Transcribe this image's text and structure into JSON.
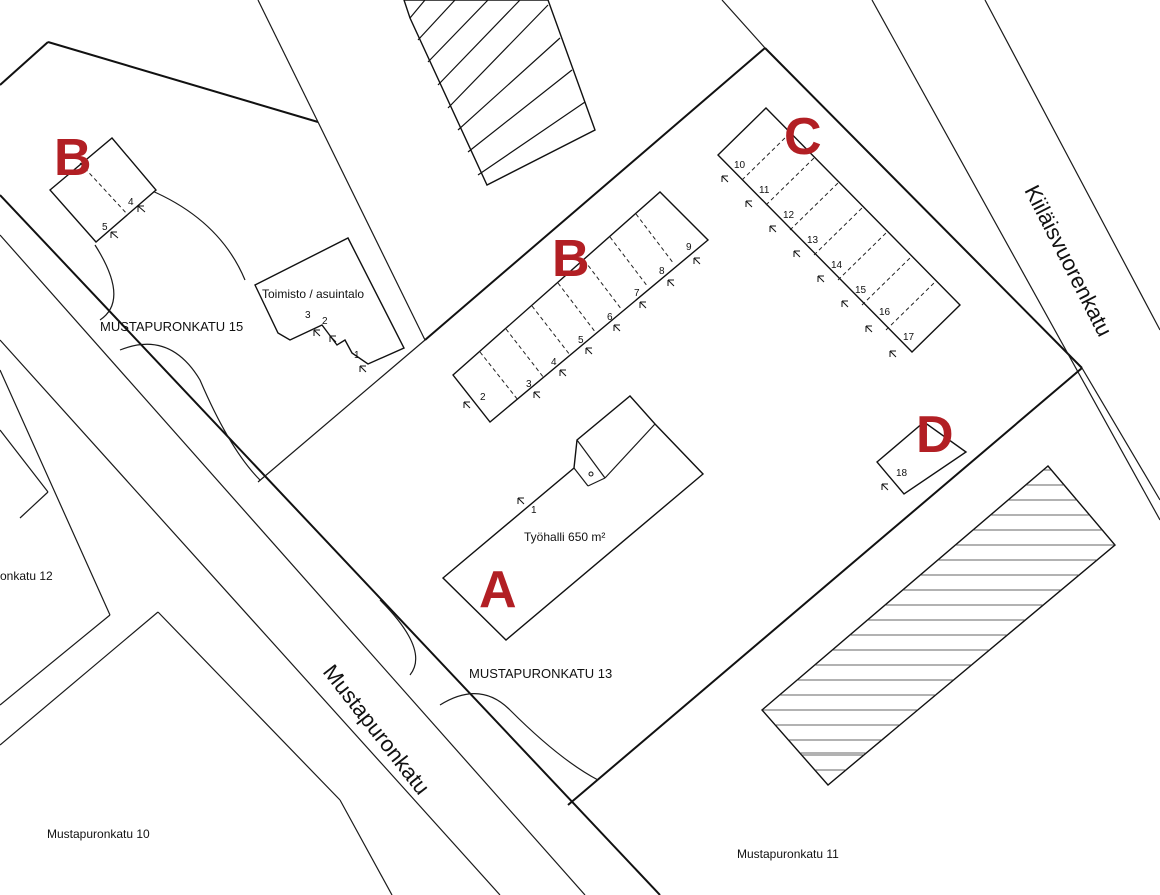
{
  "map": {
    "streets": {
      "mustapuronkatu": "Mustapuronkatu",
      "kiilaisvuorenkatu": "Kiiläisvuorenkatu"
    },
    "addresses": {
      "mustapuronkatu_15": "MUSTAPURONKATU 15",
      "mustapuronkatu_13": "MUSTAPURONKATU 13",
      "mustapuronkatu_12": "onkatu 12",
      "mustapuronkatu_10": "Mustapuronkatu 10",
      "mustapuronkatu_11": "Mustapuronkatu 11"
    },
    "buildings": {
      "office": "Toimisto / asuintalo",
      "workshop": "Työhalli 650 m²"
    },
    "zones": {
      "a": "A",
      "b_left": "B",
      "b_center": "B",
      "c": "C",
      "d": "D"
    },
    "units": [
      "1",
      "2",
      "3",
      "4",
      "5",
      "6",
      "7",
      "8",
      "9",
      "10",
      "11",
      "12",
      "13",
      "14",
      "15",
      "16",
      "17",
      "18"
    ],
    "office_units": [
      "1",
      "2",
      "3"
    ],
    "left_units": [
      "4",
      "5"
    ],
    "workshop_unit": "1",
    "colors": {
      "zone_letter": "#b21f24",
      "lines": "#111111"
    }
  }
}
